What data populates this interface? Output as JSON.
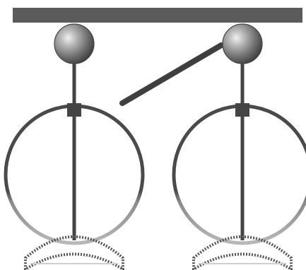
{
  "diagram": {
    "components": [
      "support-bar",
      "left-pivot-ball",
      "right-pivot-ball",
      "connecting-rod",
      "left-rod",
      "right-rod",
      "left-ring",
      "right-ring",
      "left-stand",
      "right-stand"
    ]
  },
  "colors": {
    "bar": "#5b5b5b",
    "rod": "#444444",
    "ring": "#4a4a4a",
    "stand_dark": "#555555",
    "stand_light": "#bcbcbc",
    "ball_highlight": "#f1f1f1",
    "ball_mid": "#8e8e8e",
    "ball_shadow": "#3f3f3f"
  }
}
